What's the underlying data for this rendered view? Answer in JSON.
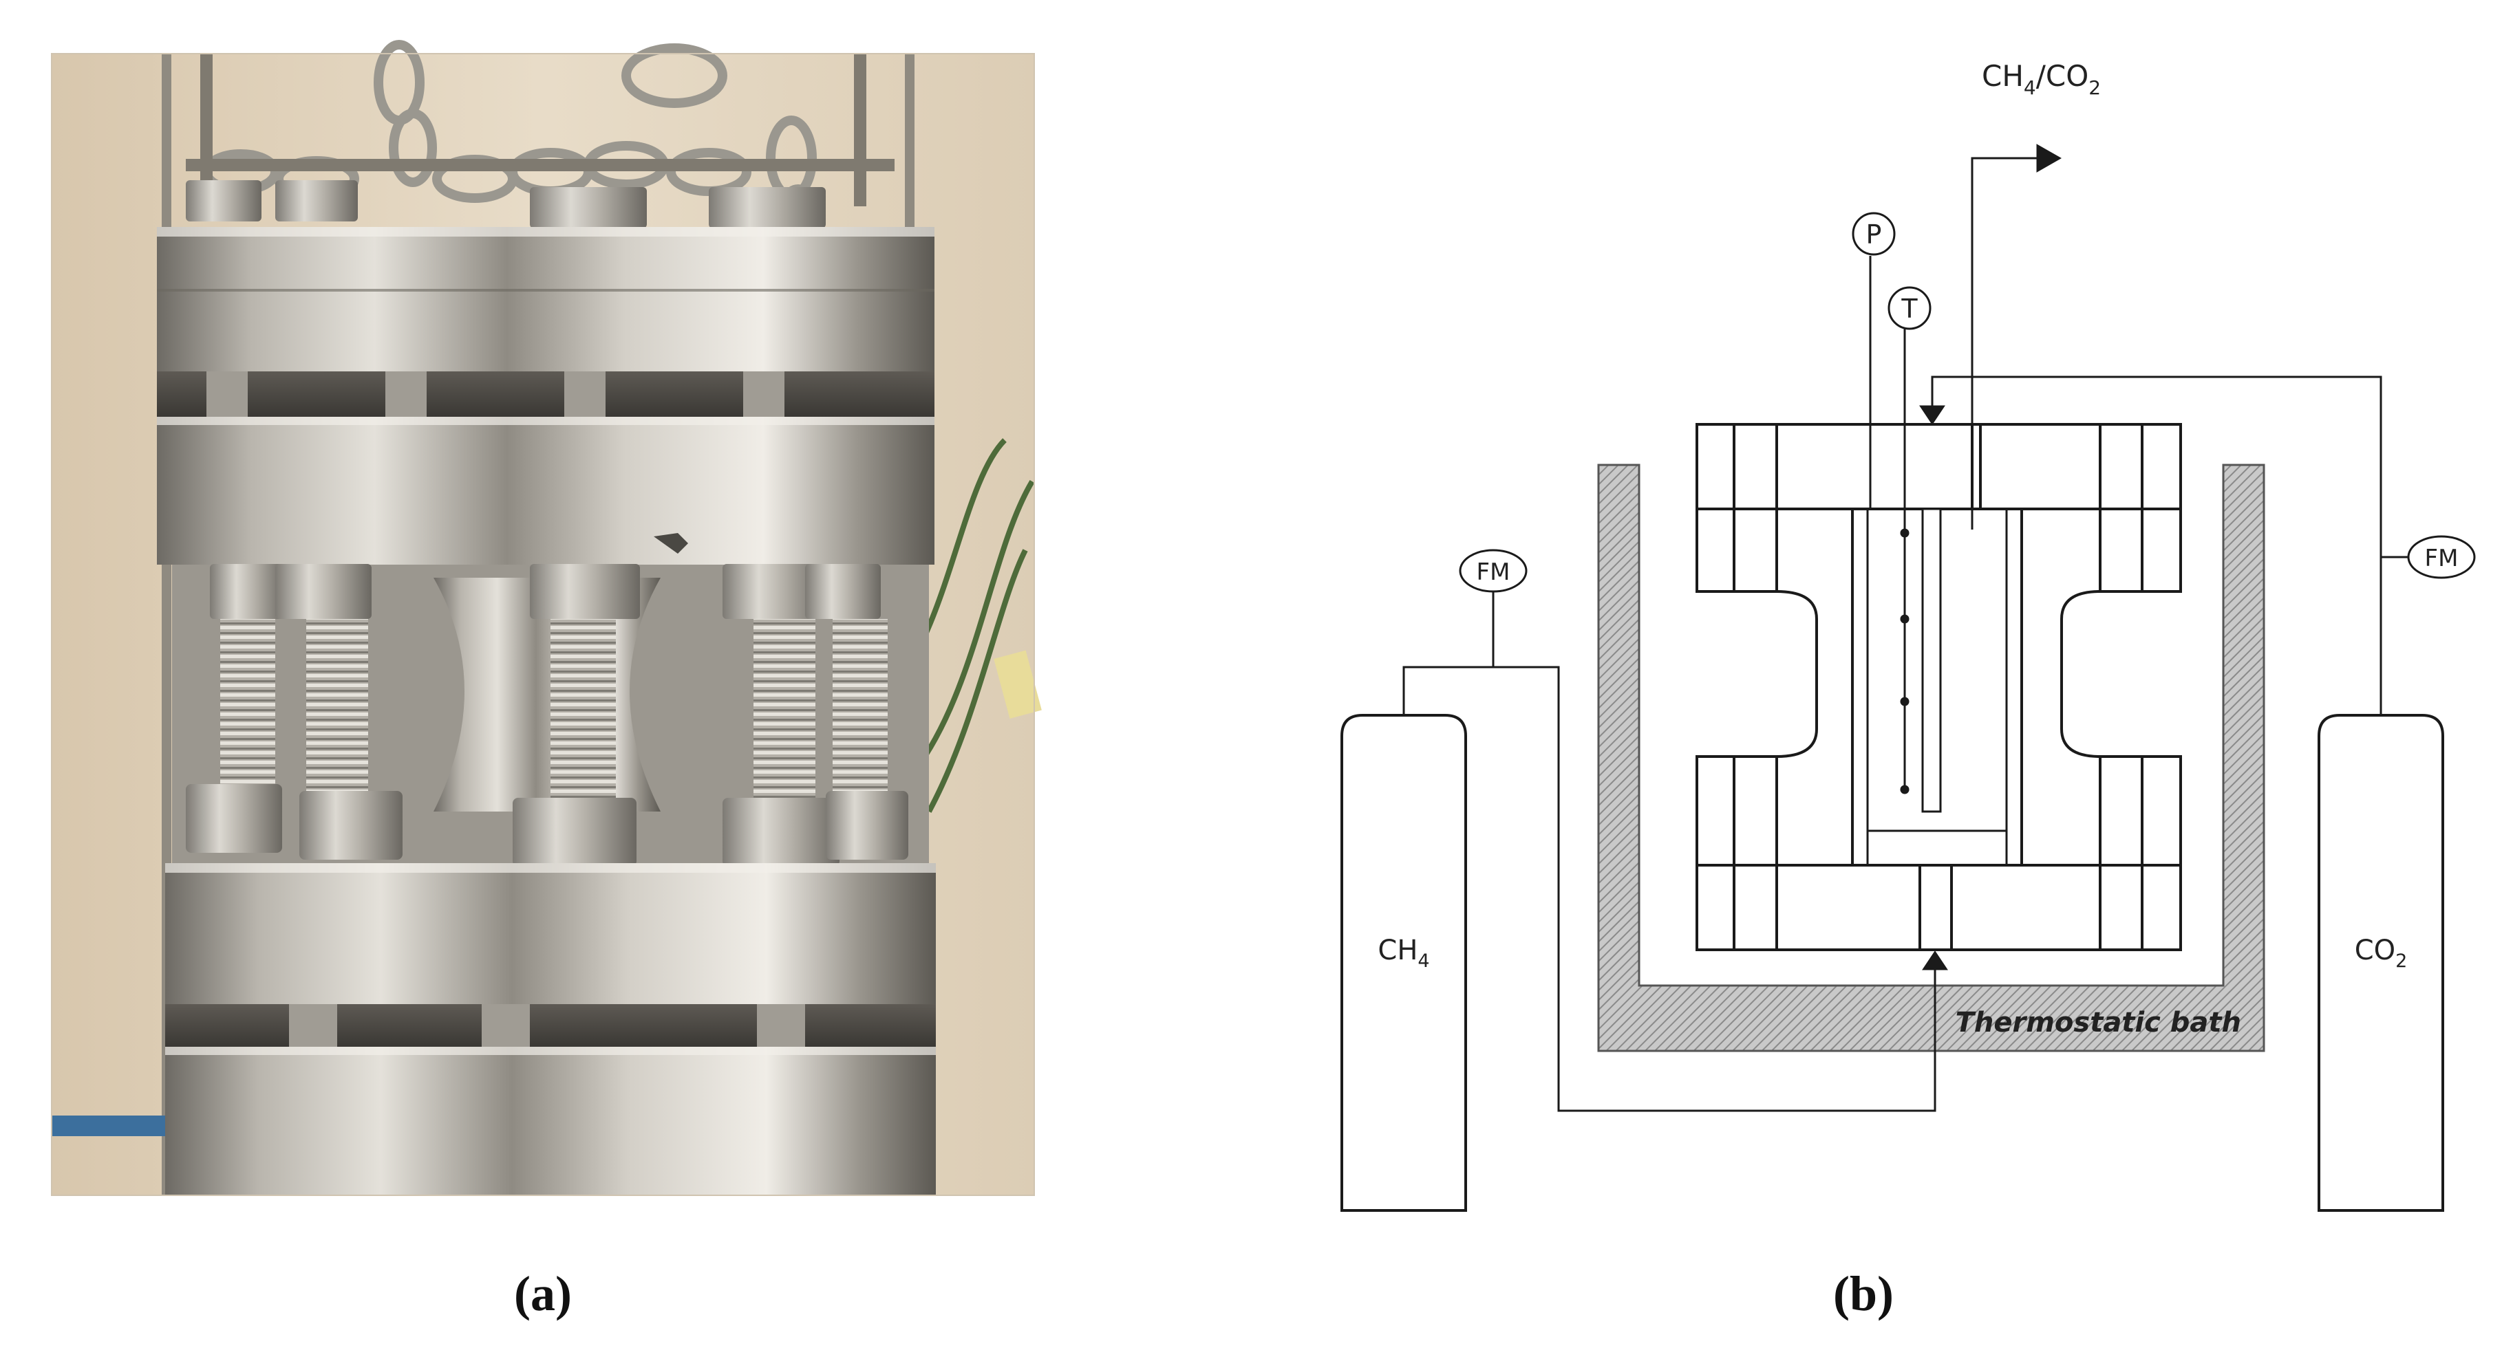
{
  "figure": {
    "panels": [
      {
        "label": "(a)"
      },
      {
        "label": "(b)"
      }
    ]
  },
  "diagram": {
    "outlet_gas": {
      "base": "CH",
      "sub1": "4",
      "slash": "/CO",
      "sub2": "2"
    },
    "pressure_gauge": "P",
    "temperature_probe": "T",
    "flow_meter_left": "FM",
    "flow_meter_right": "FM",
    "cylinder_left": {
      "base": "CH",
      "sub": "4"
    },
    "cylinder_right": {
      "base": "CO",
      "sub": "2"
    },
    "bath_label": "Thermostatic bath"
  },
  "colors": {
    "line": "#1a1a1a",
    "bath_fill": "#b8b8b8",
    "background": "#ffffff"
  }
}
